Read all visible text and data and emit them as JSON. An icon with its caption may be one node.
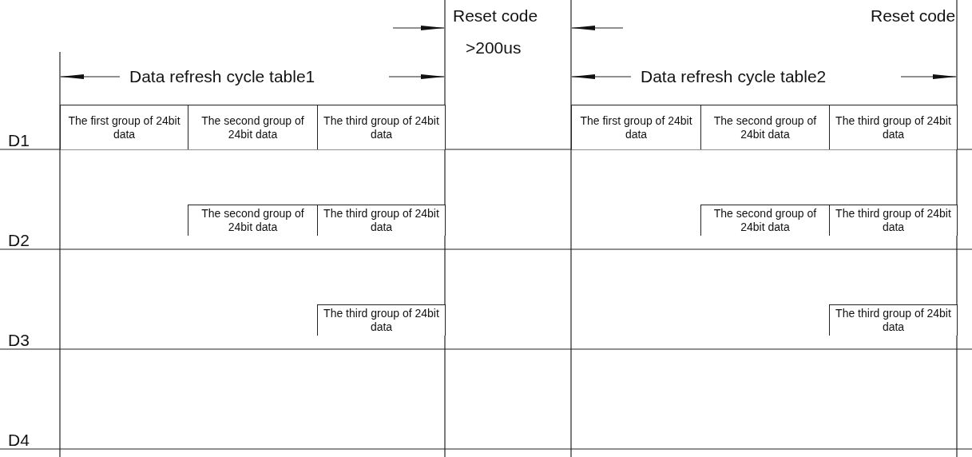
{
  "diagram": {
    "nodes": [
      {
        "text": [
          "The first group of 24bit data"
        ]
      },
      {
        "text": [
          "The second group of 24bit data"
        ]
      },
      {
        "text": [
          "The third group of 24bit data"
        ]
      },
      {
        "text": [
          "The first group of 24bit data"
        ]
      },
      {
        "text": [
          "The second group of 24bit data"
        ]
      },
      {
        "text": [
          "The third group of 24bit data"
        ]
      },
      {
        "text": [
          "The second group of 24bit data"
        ]
      },
      {
        "text": [
          "The third group of 24bit data"
        ]
      },
      {
        "text": [
          "The second group of 24bit data"
        ]
      },
      {
        "text": [
          "The third group of 24bit data"
        ]
      },
      {
        "text": [
          "The third group of 24bit data"
        ]
      },
      {
        "text": [
          "The third group of 24bit data"
        ]
      }
    ],
    "labels": [
      "Reset code",
      "Reset code",
      ">200us",
      "Data refresh cycle table1",
      "Data refresh cycle table2",
      "D1",
      "D2",
      "D3",
      "D4"
    ]
  }
}
